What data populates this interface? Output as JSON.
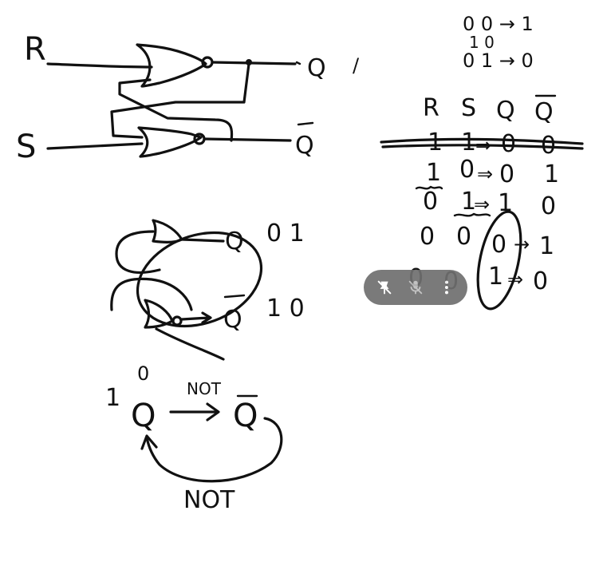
{
  "circuit": {
    "input_r": "R",
    "input_s": "S",
    "output_q": "Q",
    "output_qbar": "Q",
    "tick_mark": "/"
  },
  "legend_rules": {
    "rule1": "0 0 → 1",
    "rule2": "1 0",
    "rule3": "0 1 → 0"
  },
  "truth_table": {
    "headers": [
      "R",
      "S",
      "Q",
      "Q"
    ],
    "rows": [
      {
        "r": "1",
        "s": "1",
        "arrow": "⇒",
        "q": "0",
        "qbar": "0",
        "struck": true
      },
      {
        "r": "1",
        "s": "0",
        "arrow": "⇒",
        "q": "0",
        "qbar": "1",
        "struck": false
      },
      {
        "r": "0",
        "s": "1",
        "arrow": "⇒",
        "q": "1",
        "qbar": "0",
        "struck": false
      },
      {
        "r": "0",
        "s": "0",
        "arrow": "",
        "q": "0",
        "qbar": "1",
        "struck": false
      },
      {
        "r": "0",
        "s": "0",
        "arrow": "⇒",
        "q": "1",
        "qbar": "0",
        "struck": false
      }
    ]
  },
  "sketch_two": {
    "q_label": "Q",
    "q_values": "0 1",
    "qbar_label": "Q",
    "qbar_values": "1 0"
  },
  "loop": {
    "q_label": "Q",
    "q_left_value": "1",
    "q_top_value": "0",
    "not_top": "NOT",
    "qbar_label": "Q",
    "not_bottom": "NOT"
  },
  "toolbar": {
    "icons": [
      "pin-off-icon",
      "mic-off-icon",
      "more-vert-icon"
    ]
  }
}
